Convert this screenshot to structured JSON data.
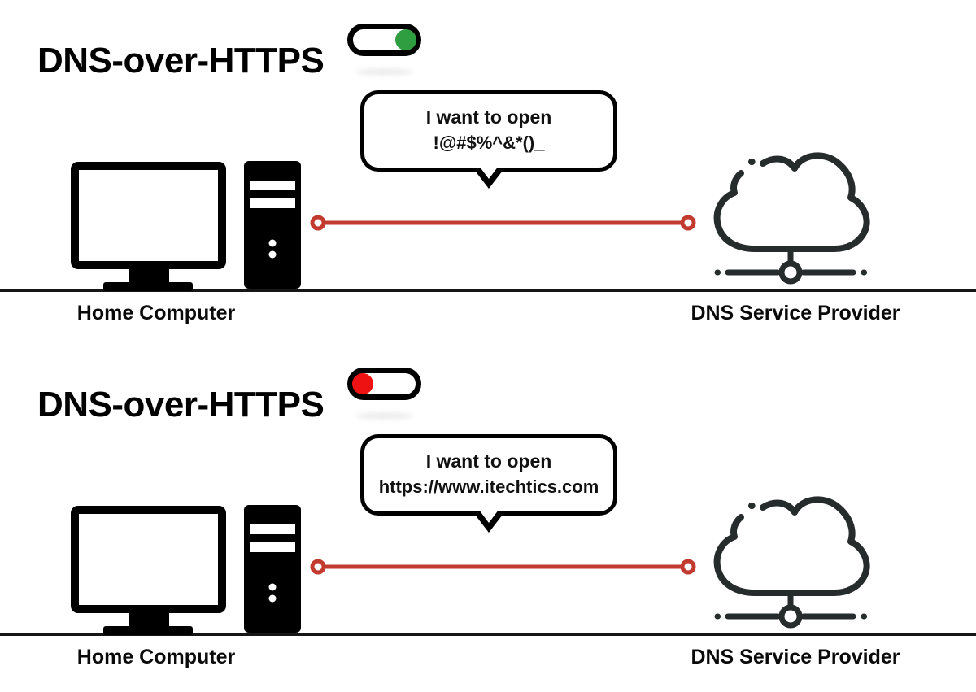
{
  "colors": {
    "ink": "#000000",
    "cloud_stroke": "#262b2b",
    "connection_red": "#c23b2e",
    "toggle_on_green": "#2f9e41",
    "toggle_off_red": "#ee1212"
  },
  "panels": [
    {
      "title": "DNS-over-HTTPS",
      "toggle_state": "on",
      "bubble_line1": "I want to open",
      "bubble_line2": "!@#$%^&*()_",
      "left_label": "Home Computer",
      "right_label": "DNS Service Provider"
    },
    {
      "title": "DNS-over-HTTPS",
      "toggle_state": "off",
      "bubble_line1": "I want to open",
      "bubble_line2": "https://www.itechtics.com",
      "left_label": "Home Computer",
      "right_label": "DNS Service Provider"
    }
  ]
}
